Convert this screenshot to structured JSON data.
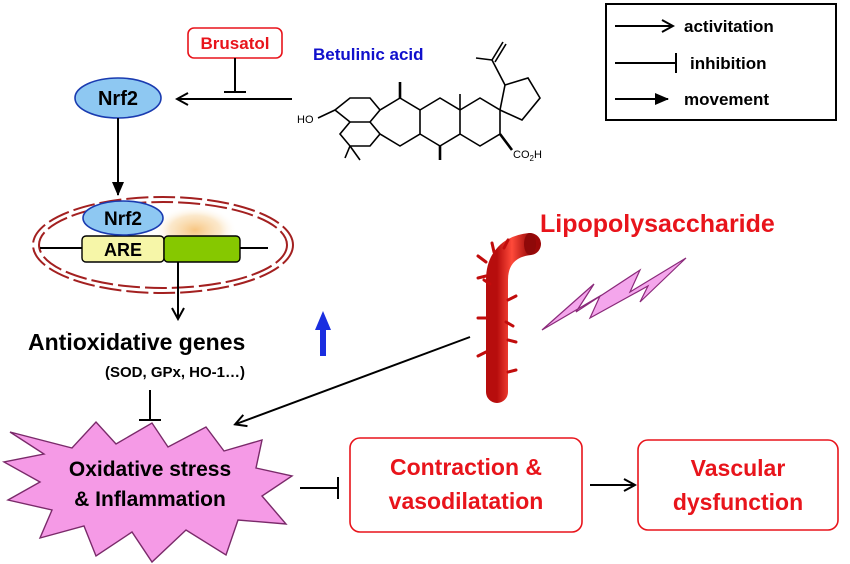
{
  "legend": {
    "activation": "activitation",
    "inhibition": "inhibition",
    "movement": "movement"
  },
  "labels": {
    "brusatol": "Brusatol",
    "betulinic_acid": "Betulinic acid",
    "nrf2_top": "Nrf2",
    "nrf2_nucleus": "Nrf2",
    "are": "ARE",
    "lipopolysaccharide": "Lipopolysaccharide",
    "antioxidative_genes": "Antioxidative genes",
    "genes_examples": "(SOD, GPx, HO-1…)",
    "oxidative_line1": "Oxidative stress",
    "oxidative_line2": "& Inflammation",
    "contraction_line1": "Contraction &",
    "contraction_line2": "vasodilatation",
    "vascular_line1": "Vascular",
    "vascular_line2": "dysfunction"
  },
  "molecule": {
    "ho": "HO",
    "co2h": "CO",
    "co2h_sub": "2",
    "co2h_end": "H"
  },
  "colors": {
    "red": "#e8141b",
    "blue": "#1010cc",
    "nrf2_fill": "#8ec8f2",
    "nrf2_stroke": "#1a3bb0",
    "are_fill": "#f6f6a8",
    "gene_green": "#86c800",
    "starburst": "#f59ae6",
    "lightning": "#f4a6ec",
    "nucleus_dash": "#a32020",
    "upregulation_arrow": "#1a2ee0"
  }
}
